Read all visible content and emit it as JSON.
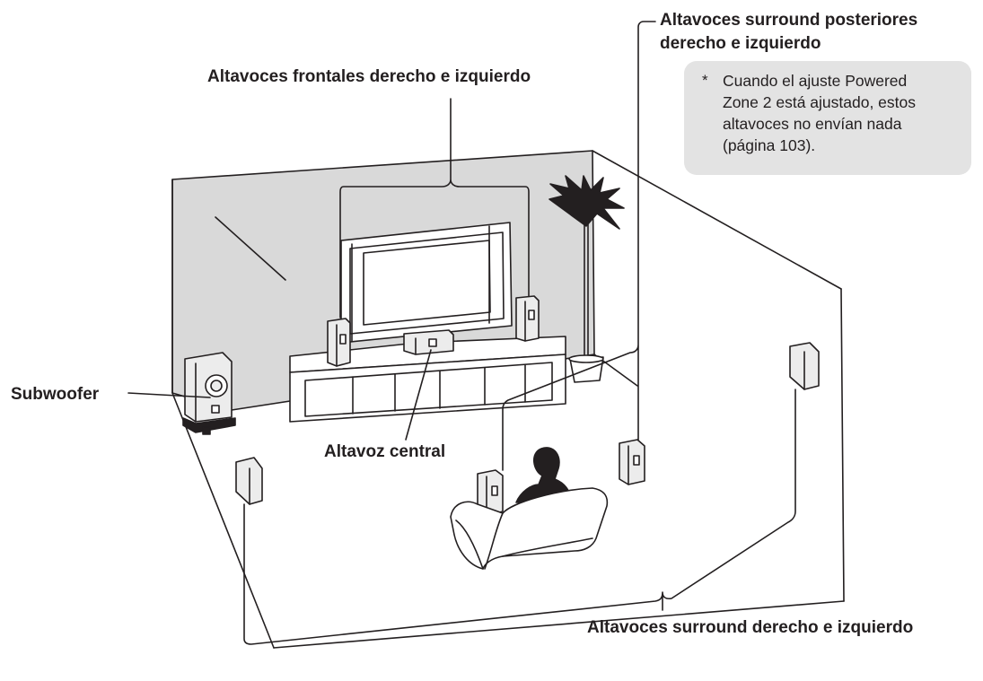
{
  "labels": {
    "rear_surround": "Altavoces surround posteriores\nderecho e izquierdo",
    "front": "Altavoces frontales derecho e izquierdo",
    "subwoofer": "Subwoofer",
    "center": "Altavoz central",
    "surround": "Altavoces surround derecho e izquierdo"
  },
  "note": {
    "marker": "*",
    "text": "Cuando el ajuste Powered\nZone 2 está ajustado, estos\naltavoces no envían nada\n(página 103)."
  },
  "colors": {
    "line": "#231f20",
    "wall": "#d9d9d9",
    "note_bg": "#e3e3e3",
    "speaker_fill": "#ececec"
  }
}
